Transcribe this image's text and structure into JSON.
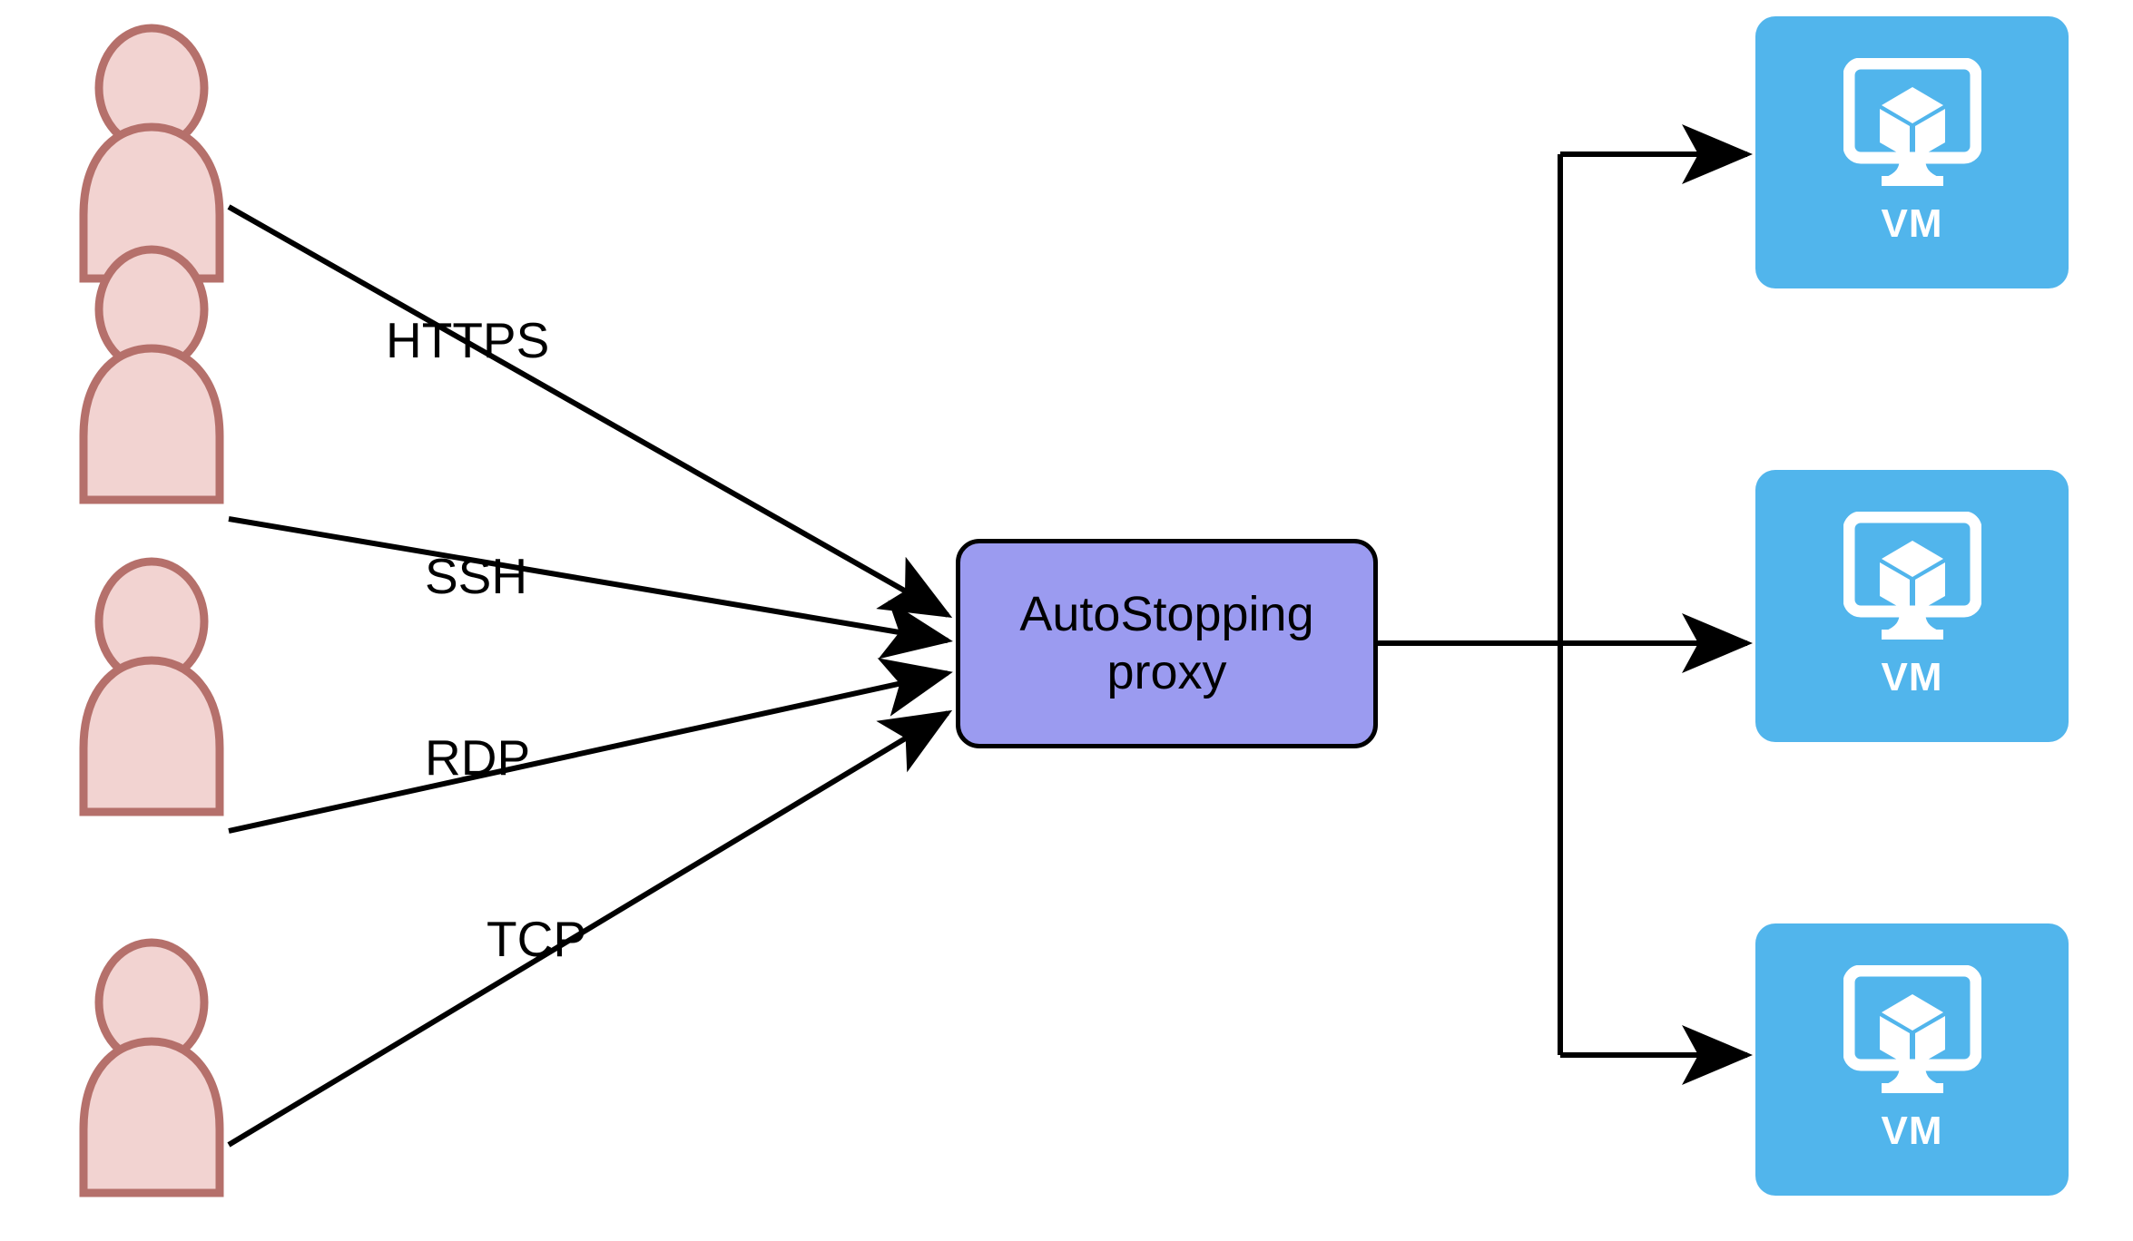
{
  "diagram": {
    "title": "AutoStopping proxy traffic routing",
    "background_color": "#ffffff",
    "colors": {
      "actor_fill": "#f2d3d1",
      "actor_stroke": "#b5706b",
      "proxy_fill": "#9b9bf0",
      "proxy_stroke": "#000000",
      "vm_fill": "#51b5ec",
      "vm_icon": "#ffffff",
      "connector": "#000000"
    }
  },
  "actors": [
    {
      "id": "user-1",
      "icon": "user-icon",
      "protocol": "HTTPS"
    },
    {
      "id": "user-2",
      "icon": "user-icon",
      "protocol": "SSH"
    },
    {
      "id": "user-3",
      "icon": "user-icon",
      "protocol": "RDP"
    },
    {
      "id": "user-4",
      "icon": "user-icon",
      "protocol": "TCP"
    }
  ],
  "edge_labels": [
    {
      "text": "HTTPS"
    },
    {
      "text": "SSH"
    },
    {
      "text": "RDP"
    },
    {
      "text": "TCP"
    }
  ],
  "proxy": {
    "line1": "AutoStopping",
    "line2": "proxy",
    "icon": "proxy-node"
  },
  "targets": [
    {
      "id": "vm-1",
      "label": "VM",
      "icon": "virtual-machine-icon"
    },
    {
      "id": "vm-2",
      "label": "VM",
      "icon": "virtual-machine-icon"
    },
    {
      "id": "vm-3",
      "label": "VM",
      "icon": "virtual-machine-icon"
    }
  ]
}
